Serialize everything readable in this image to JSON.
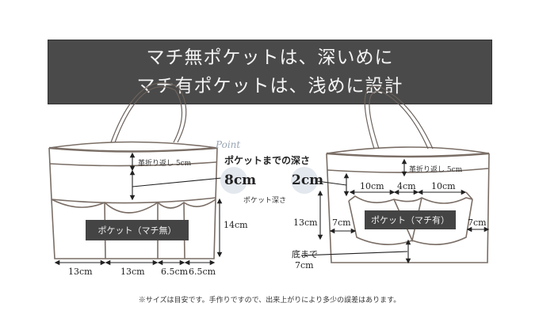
{
  "banner": {
    "line1": "マチ無ポケットは、深いめに",
    "line2": "マチ有ポケットは、浅めに設計"
  },
  "point": {
    "label": "Point",
    "heading": "ポケットまでの深さ",
    "left_depth": "8cm",
    "right_depth": "2cm",
    "pocket_depth_label": "ポケット深さ"
  },
  "left_bag": {
    "fold_label": "革折り返し 5cm",
    "height_label": "14cm",
    "pocket_label": "ポケット（マチ無）",
    "widths": [
      "13cm",
      "13cm",
      "6.5cm",
      "6.5cm"
    ]
  },
  "right_bag": {
    "fold_label": "革折り返し 5cm",
    "pocket_widths": [
      "10cm",
      "4cm",
      "10cm"
    ],
    "height_label": "13cm",
    "left_margin": "7cm",
    "right_margin": "7cm",
    "pocket_label": "ポケット（マチ有）",
    "bottom_label_1": "底まで",
    "bottom_label_2": "7cm"
  },
  "footnote": "※サイズは目安です。手作りですので、出来上がりにより多少の誤差はあります。",
  "colors": {
    "banner_bg": "#4a4a4a",
    "outline": "#7a6e66",
    "pocket_box": "#444444",
    "circle": "#e3e8ee"
  }
}
